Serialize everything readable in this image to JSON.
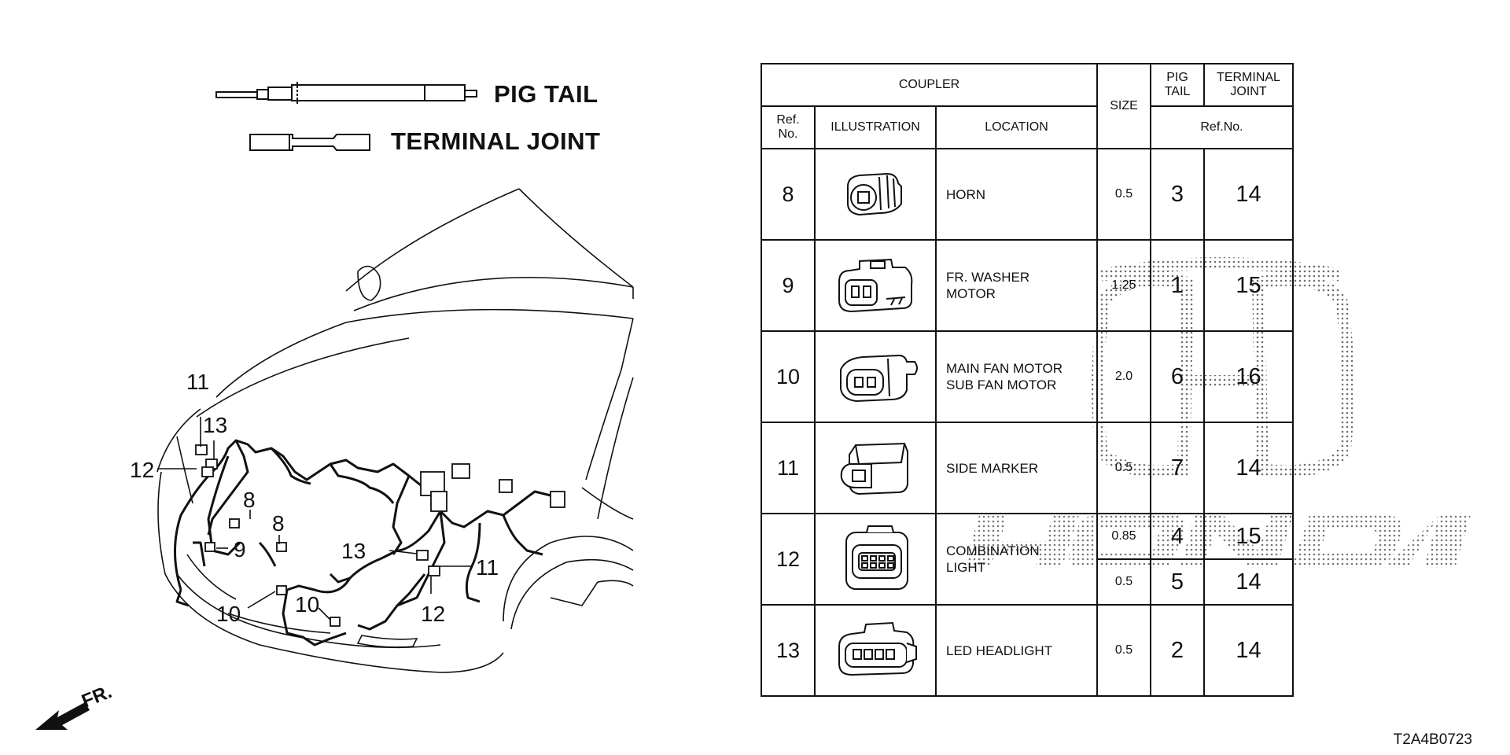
{
  "legend": {
    "pig_tail": "PIG TAIL",
    "terminal_joint": "TERMINAL JOINT"
  },
  "front_label": "FR.",
  "diagram_callouts": [
    "11",
    "13",
    "12",
    "8",
    "9",
    "8",
    "13",
    "11",
    "10",
    "10",
    "12"
  ],
  "table": {
    "header_coupler": "COUPLER",
    "header_size": "SIZE",
    "header_pig_tail": "PIG TAIL",
    "header_terminal_joint": "TERMINAL JOINT",
    "header_ref_no": "Ref. No.",
    "header_illustration": "ILLUSTRATION",
    "header_location": "LOCATION",
    "header_refno_sub": "Ref.No.",
    "rows": [
      {
        "ref": "8",
        "illustration": "horn-connector-icon",
        "location": [
          "HORN"
        ],
        "entries": [
          {
            "size": "0.5",
            "pig_tail": "3",
            "terminal_joint": "14"
          }
        ]
      },
      {
        "ref": "9",
        "illustration": "washer-connector-icon",
        "location": [
          "FR. WASHER",
          "MOTOR"
        ],
        "entries": [
          {
            "size": "1.25",
            "pig_tail": "1",
            "terminal_joint": "15"
          }
        ]
      },
      {
        "ref": "10",
        "illustration": "fan-connector-icon",
        "location": [
          "MAIN FAN MOTOR",
          "SUB FAN MOTOR"
        ],
        "entries": [
          {
            "size": "2.0",
            "pig_tail": "6",
            "terminal_joint": "16"
          }
        ]
      },
      {
        "ref": "11",
        "illustration": "marker-connector-icon",
        "location": [
          "SIDE MARKER"
        ],
        "entries": [
          {
            "size": "0.5",
            "pig_tail": "7",
            "terminal_joint": "14"
          }
        ]
      },
      {
        "ref": "12",
        "illustration": "combination-connector-icon",
        "location": [
          "COMBINATION",
          "LIGHT"
        ],
        "entries": [
          {
            "size": "0.85",
            "pig_tail": "4",
            "terminal_joint": "15"
          },
          {
            "size": "0.5",
            "pig_tail": "5",
            "terminal_joint": "14"
          }
        ]
      },
      {
        "ref": "13",
        "illustration": "headlight-connector-icon",
        "location": [
          "LED HEADLIGHT"
        ],
        "entries": [
          {
            "size": "0.5",
            "pig_tail": "2",
            "terminal_joint": "14"
          }
        ]
      }
    ]
  },
  "figure_code": "T2A4B0723",
  "watermark_text": "HONDA"
}
